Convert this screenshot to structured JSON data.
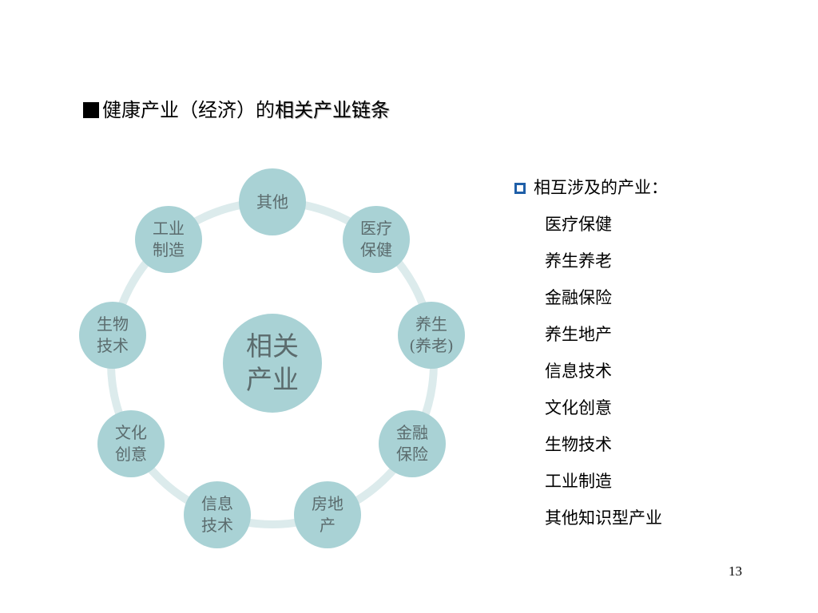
{
  "title": {
    "prefix": "健康产业（经济）的",
    "emphasis": "相关产业链条"
  },
  "diagram": {
    "center": {
      "line1": "相关",
      "line2": "产业"
    },
    "nodes": [
      {
        "id": "qita",
        "lines": [
          "其他"
        ]
      },
      {
        "id": "yiliao",
        "lines": [
          "医疗",
          "保健"
        ]
      },
      {
        "id": "yangsheng",
        "lines": [
          "养生",
          "(养老)"
        ]
      },
      {
        "id": "jinrong",
        "lines": [
          "金融",
          "保险"
        ]
      },
      {
        "id": "fangdichan",
        "lines": [
          "房地",
          "产"
        ]
      },
      {
        "id": "xinxi",
        "lines": [
          "信息",
          "技术"
        ]
      },
      {
        "id": "wenhua",
        "lines": [
          "文化",
          "创意"
        ]
      },
      {
        "id": "shengwu",
        "lines": [
          "生物",
          "技术"
        ]
      },
      {
        "id": "gongye",
        "lines": [
          "工业",
          "制造"
        ]
      }
    ],
    "colors": {
      "node": "#a9d2d5",
      "ring": "#dcebec",
      "text": "#5b6b6d"
    }
  },
  "list": {
    "heading": "相互涉及的产业：",
    "items": [
      "医疗保健",
      "养生养老",
      "金融保险",
      "养生地产",
      "信息技术",
      "文化创意",
      "生物技术",
      "工业制造",
      "其他知识型产业"
    ]
  },
  "page_number": "13"
}
